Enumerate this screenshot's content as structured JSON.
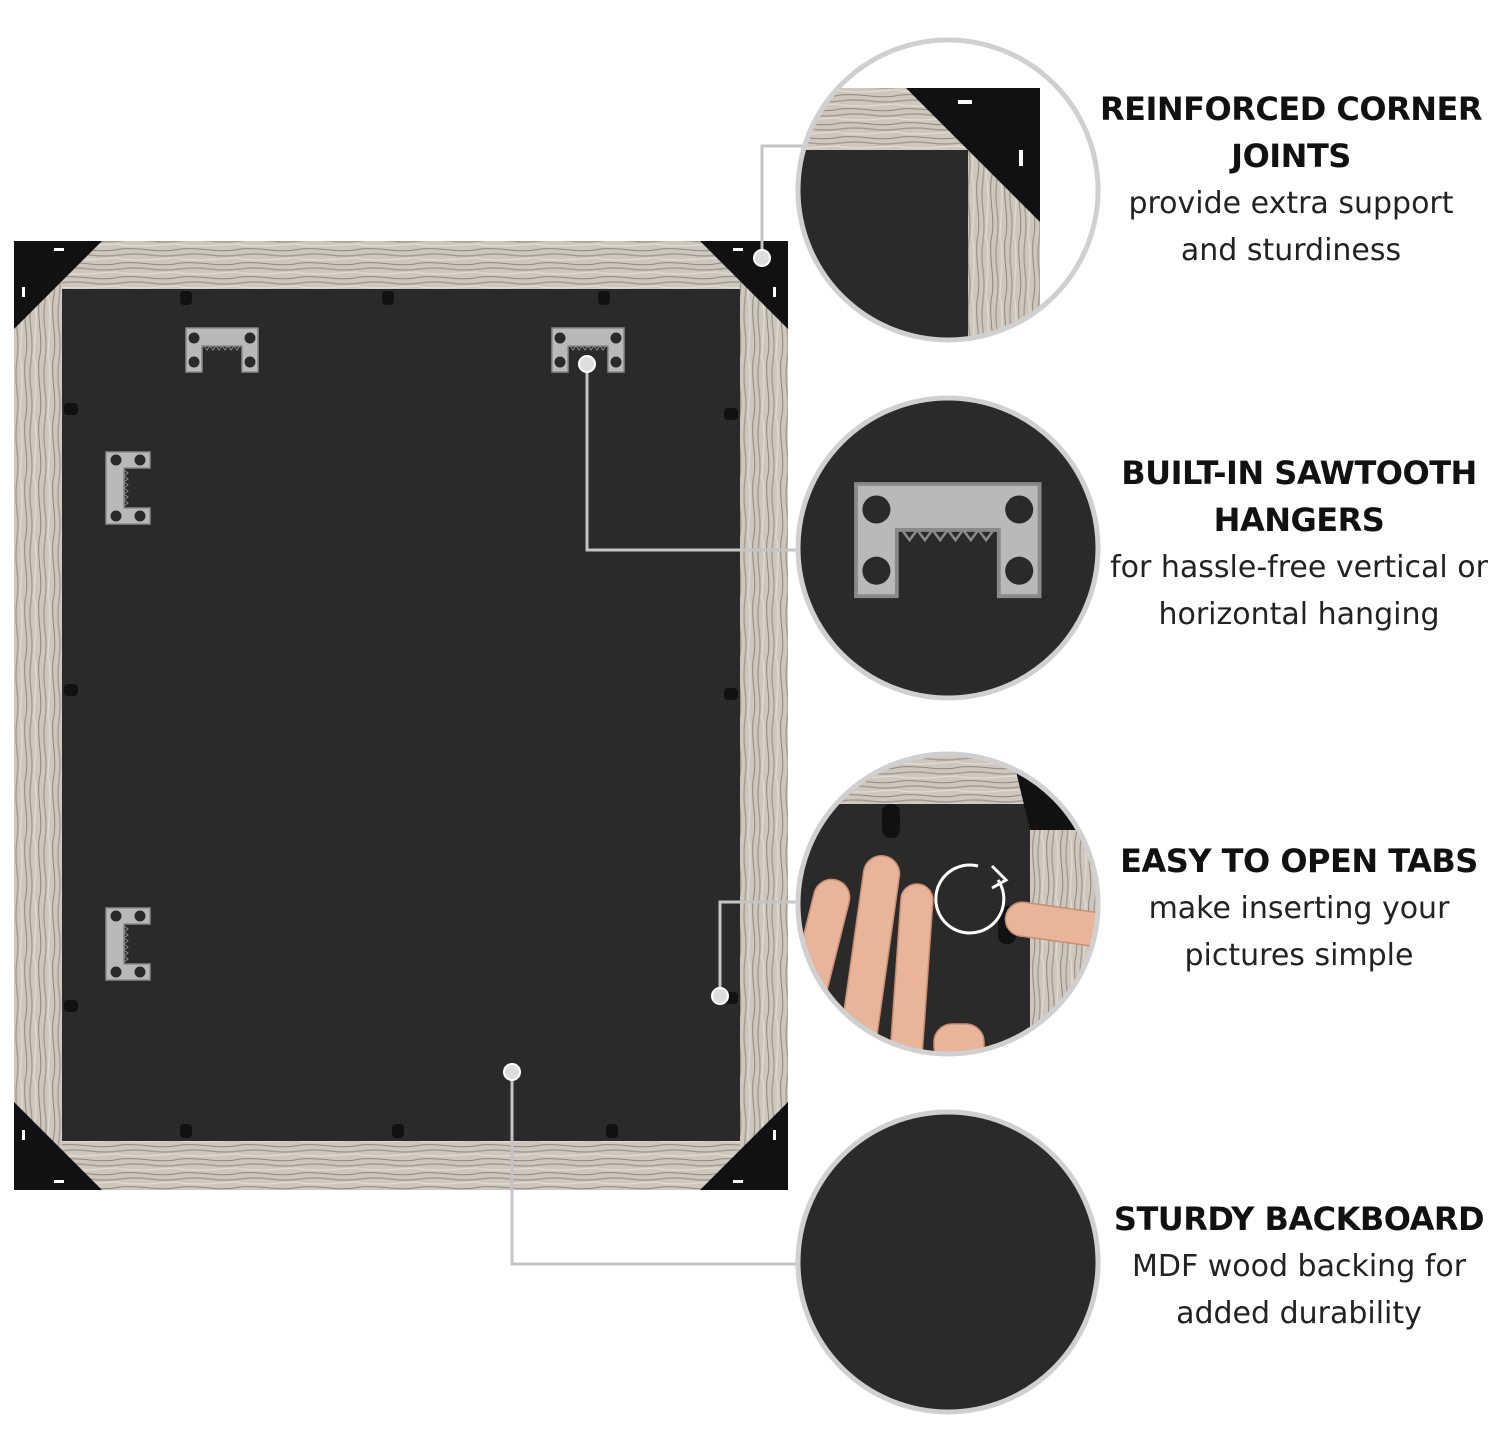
{
  "colors": {
    "background": "#ffffff",
    "frame_wood": "#cdc7bd",
    "backboard": "#2a2a2a",
    "corner_bracket": "#111111",
    "hanger_metal": "#b9b9b9",
    "callout_line": "#c4c4c4",
    "heading_text": "#111111"
  },
  "features": [
    {
      "heading": "REINFORCED CORNER JOINTS",
      "description": "provide extra support and sturdiness",
      "icon": "corner-joint-icon"
    },
    {
      "heading": "BUILT-IN SAWTOOTH HANGERS",
      "description": "for hassle-free vertical or horizontal hanging",
      "icon": "sawtooth-hanger-icon"
    },
    {
      "heading": "EASY TO OPEN TABS",
      "description": "make inserting your pictures simple",
      "icon": "open-tab-icon"
    },
    {
      "heading": "STURDY BACKBOARD",
      "description": "MDF wood backing for added durability",
      "icon": "backboard-icon"
    }
  ]
}
